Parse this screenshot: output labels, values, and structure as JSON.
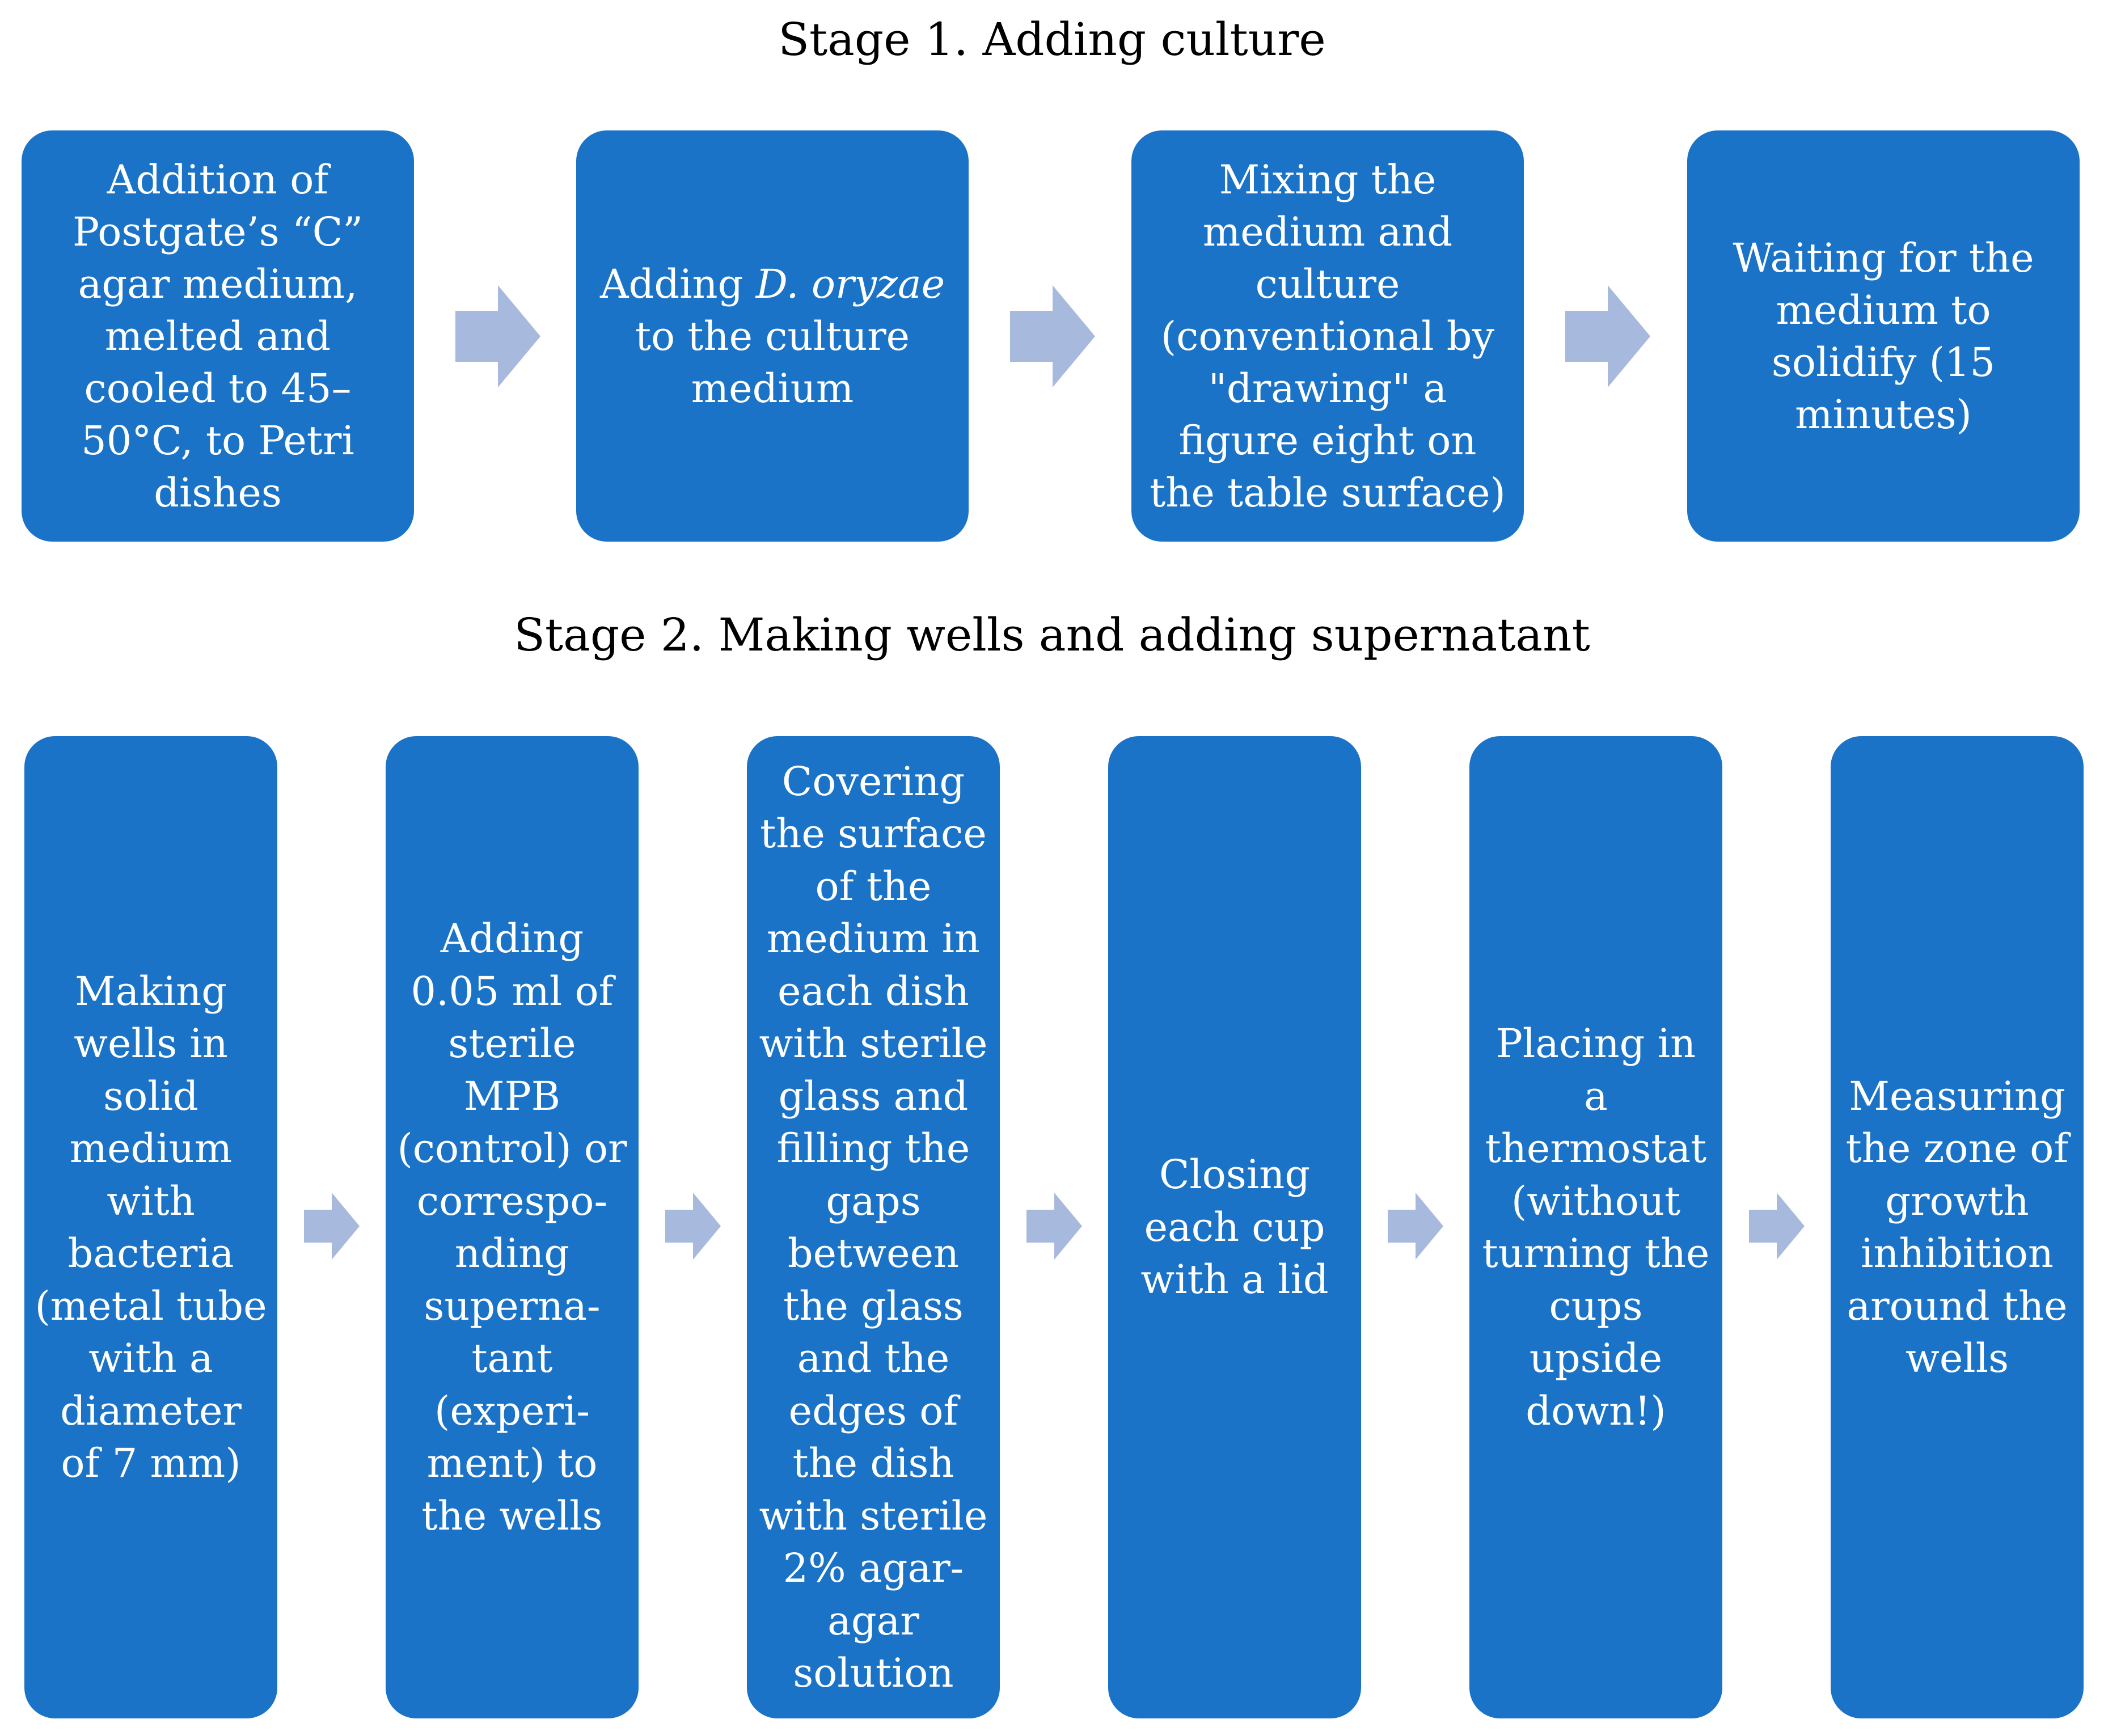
{
  "stage1": {
    "title": "Stage 1. Adding culture",
    "steps": [
      {
        "text": "Addition of\nPostgate’s “C”\nagar medium,\nmelted and\ncooled to 45–\n50°C, to Petri\ndishes"
      },
      {
        "before": "Adding ",
        "italic": "D. oryzae",
        "after": "\nto the culture\nmedium"
      },
      {
        "text": "Mixing the\nmedium and\nculture\n(conventional by\n\"drawing\" a\nfigure eight on\nthe table surface)"
      },
      {
        "text": "Waiting for the\nmedium to\nsolidify (15\nminutes)"
      }
    ]
  },
  "stage2": {
    "title": "Stage 2. Making wells and adding supernatant",
    "steps": [
      {
        "text": "Making\nwells in\nsolid\nmedium\nwith\nbacteria\n(metal tube\nwith a\ndiameter\nof 7 mm)"
      },
      {
        "text": "Adding\n0.05 ml of\nsterile\nMPB\n(control) or\ncorrespo-\nnding\nsuperna-\ntant\n(experi-\nment) to\nthe wells"
      },
      {
        "text": "Covering\nthe surface\nof the\nmedium in\neach dish\nwith sterile\nglass and\nfilling the\ngaps\nbetween\nthe glass\nand the\nedges of\nthe dish\nwith sterile\n2% agar-\nagar\nsolution"
      },
      {
        "text": "Closing\neach cup\nwith a lid"
      },
      {
        "text": "Placing in\na\nthermostat\n(without\nturning the\ncups\nupside\ndown!)"
      },
      {
        "text": "Measuring\nthe zone of\ngrowth\ninhibition\naround the\nwells"
      }
    ]
  },
  "colors": {
    "box": "#1b73c7",
    "arrow": "#a8b9de",
    "text": "#ffffff",
    "title": "#000000"
  },
  "icons": {
    "arrow": "right-arrow-icon"
  }
}
